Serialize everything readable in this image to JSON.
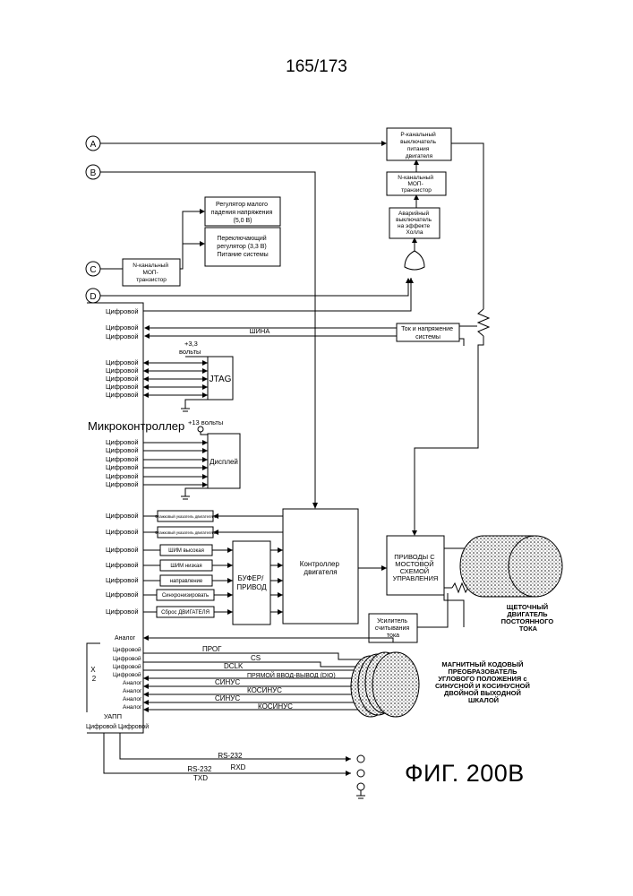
{
  "page_number": "165/173",
  "figure_label": "ФИГ. 200В",
  "connectors": {
    "a": "A",
    "b": "B",
    "c": "C",
    "d": "D"
  },
  "blocks": {
    "p_switch": [
      "P-канальный",
      "выключатель",
      "питания",
      "двигателя"
    ],
    "n_mosfet_top": [
      "N-канальный",
      "МОП-",
      "транзистор"
    ],
    "hall_switch": [
      "Аварийный",
      "выключатель",
      "на эффекте",
      "Холла"
    ],
    "ldo": [
      "Регулятор малого",
      "падения напряжения",
      "(5,0 В)"
    ],
    "switching_reg": [
      "Переключающий",
      "регулятор (3,3 В)",
      "Питание системы"
    ],
    "n_mosfet_left": [
      "N-канальный",
      "МОП-",
      "транзистор"
    ],
    "current_voltage": [
      "Ток и напряжение",
      "системы"
    ],
    "jtag": "JTAG",
    "display": "Дисплей",
    "flag1": "Флажковый указатель двигателя 1",
    "flag2": "Флажковый указатель двигателя 2",
    "pwm_high": "ШИМ высокая",
    "pwm_low": "ШИМ низкая",
    "direction": "направление",
    "sync": "Синхронизировать",
    "reset": "Сброс ДВИГАТЕЛЯ",
    "buffer": [
      "БУФЕР/",
      "ПРИВОД"
    ],
    "motor_ctrl": [
      "Контроллер",
      "двигателя"
    ],
    "hbridge": [
      "ПРИВОДЫ С",
      "МОСТОВОЙ",
      "СХЕМОЙ",
      "УПРАВЛЕНИЯ"
    ],
    "sense_amp": [
      "Усилитель",
      "считывания",
      "тока"
    ]
  },
  "labels": {
    "microcontroller": "Микроконтроллер",
    "bus": "ШИНА",
    "v33": "+3,3",
    "v33_unit": "вольты",
    "v13": "+13 вольты",
    "digital": "Цифровой",
    "analog": "Аналог",
    "x2": [
      "Х",
      "2"
    ],
    "adc": "УАПП",
    "adc_pins": "Цифровой Цифровой",
    "prog": "ПРОГ",
    "cs": "CS",
    "dclk": "DCLK",
    "dio": "ПРЯМОЙ ВВОД-ВЫВОД (DIO)",
    "sine1": "СИНУС",
    "cosine1": "КОСИНУС",
    "sine2": "СИНУС",
    "cosine2": "КОСИНУС",
    "rs232_rx": [
      "RS-232",
      "RXD"
    ],
    "rs232_tx": [
      "RS-232",
      "TXD"
    ],
    "motor_caption": [
      "ЩЕТОЧНЫЙ",
      "ДВИГАТЕЛЬ",
      "ПОСТОЯННОГО",
      "ТОКА"
    ],
    "encoder_caption": [
      "МАГНИТНЫЙ КОДОВЫЙ",
      "ПРЕОБРАЗОВАТЕЛЬ",
      "УГЛОВОГО ПОЛОЖЕНИЯ с",
      "СИНУСНОЙ И КОСИНУСНОЙ",
      "ДВОЙНОЙ ВЫХОДНОЙ",
      "ШКАЛОЙ"
    ]
  }
}
